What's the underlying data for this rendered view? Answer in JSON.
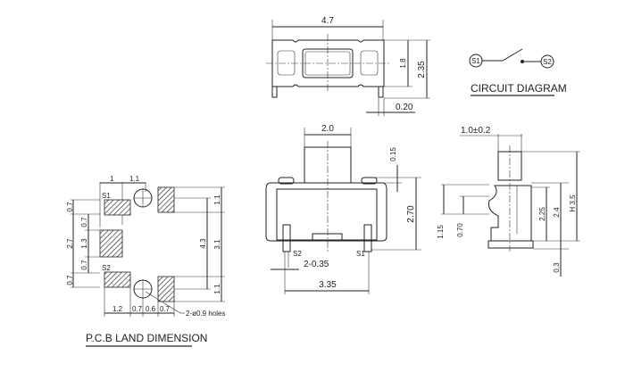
{
  "top_view": {
    "width": "4.7",
    "inner_height": "1.8",
    "height": "2.35",
    "leg": "0.20"
  },
  "circuit": {
    "s1": "S1",
    "s2": "S2",
    "title": "CIRCUIT DIAGRAM"
  },
  "front_view": {
    "plunger_width": "2.0",
    "offset": "0.15",
    "height": "2.70",
    "pin_width": "2-0.35",
    "pin_pitch": "3.35",
    "s2": "S2",
    "s1": "S1"
  },
  "side_view": {
    "plunger_width": "1.0±0.2",
    "d1": "1.15",
    "d2": "0.70",
    "d3": "2.25",
    "d4": "2.4",
    "d5": "H 3.5",
    "d6": "0.3"
  },
  "pcb": {
    "title": "P.C.B LAND DIMENSION",
    "s1": "S1",
    "s2": "S2",
    "top_dims": [
      "1",
      "1.1"
    ],
    "left_outer": [
      "0.7",
      "2.7",
      "0.7"
    ],
    "left_inner": [
      "0.7",
      "1.3",
      "0.7"
    ],
    "right_dims": [
      "1.1",
      "3.1",
      "1.1"
    ],
    "right_span": "4.3",
    "bottom_dims": [
      "1.2",
      "0.7",
      "0.6",
      "0.7"
    ],
    "holes": "2-ø0.9 holes"
  }
}
